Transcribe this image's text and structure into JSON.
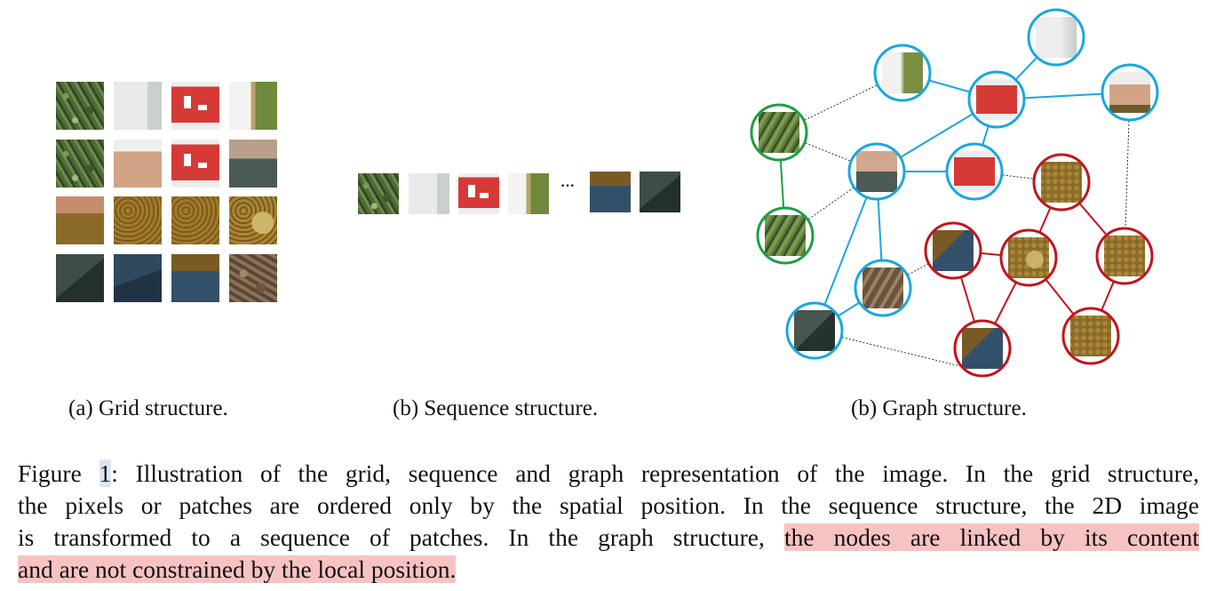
{
  "subcaptions": {
    "grid": "(a) Grid structure.",
    "sequence": "(b) Sequence structure.",
    "graph": "(b) Graph structure."
  },
  "sequence_ellipsis": "···",
  "caption": {
    "label_prefix": "Figure ",
    "label_ref": "1",
    "line1_rest": ": Illustration of the grid, sequence and graph representation of the image. In the grid structure,",
    "line2": "the pixels or patches are ordered only by the spatial position. In the sequence structure, the 2D image",
    "line3_plain": "is transformed to a sequence of patches. In the graph structure, ",
    "line3_highlight": "the nodes are linked by its content",
    "line4_highlight": "and are not constrained by the local position."
  },
  "colors": {
    "blue_node": "#19a7de",
    "red_node": "#c0151c",
    "green_node": "#1e9e45",
    "highlight": "#f7c3c2",
    "ref_highlight": "#dce6f3"
  }
}
